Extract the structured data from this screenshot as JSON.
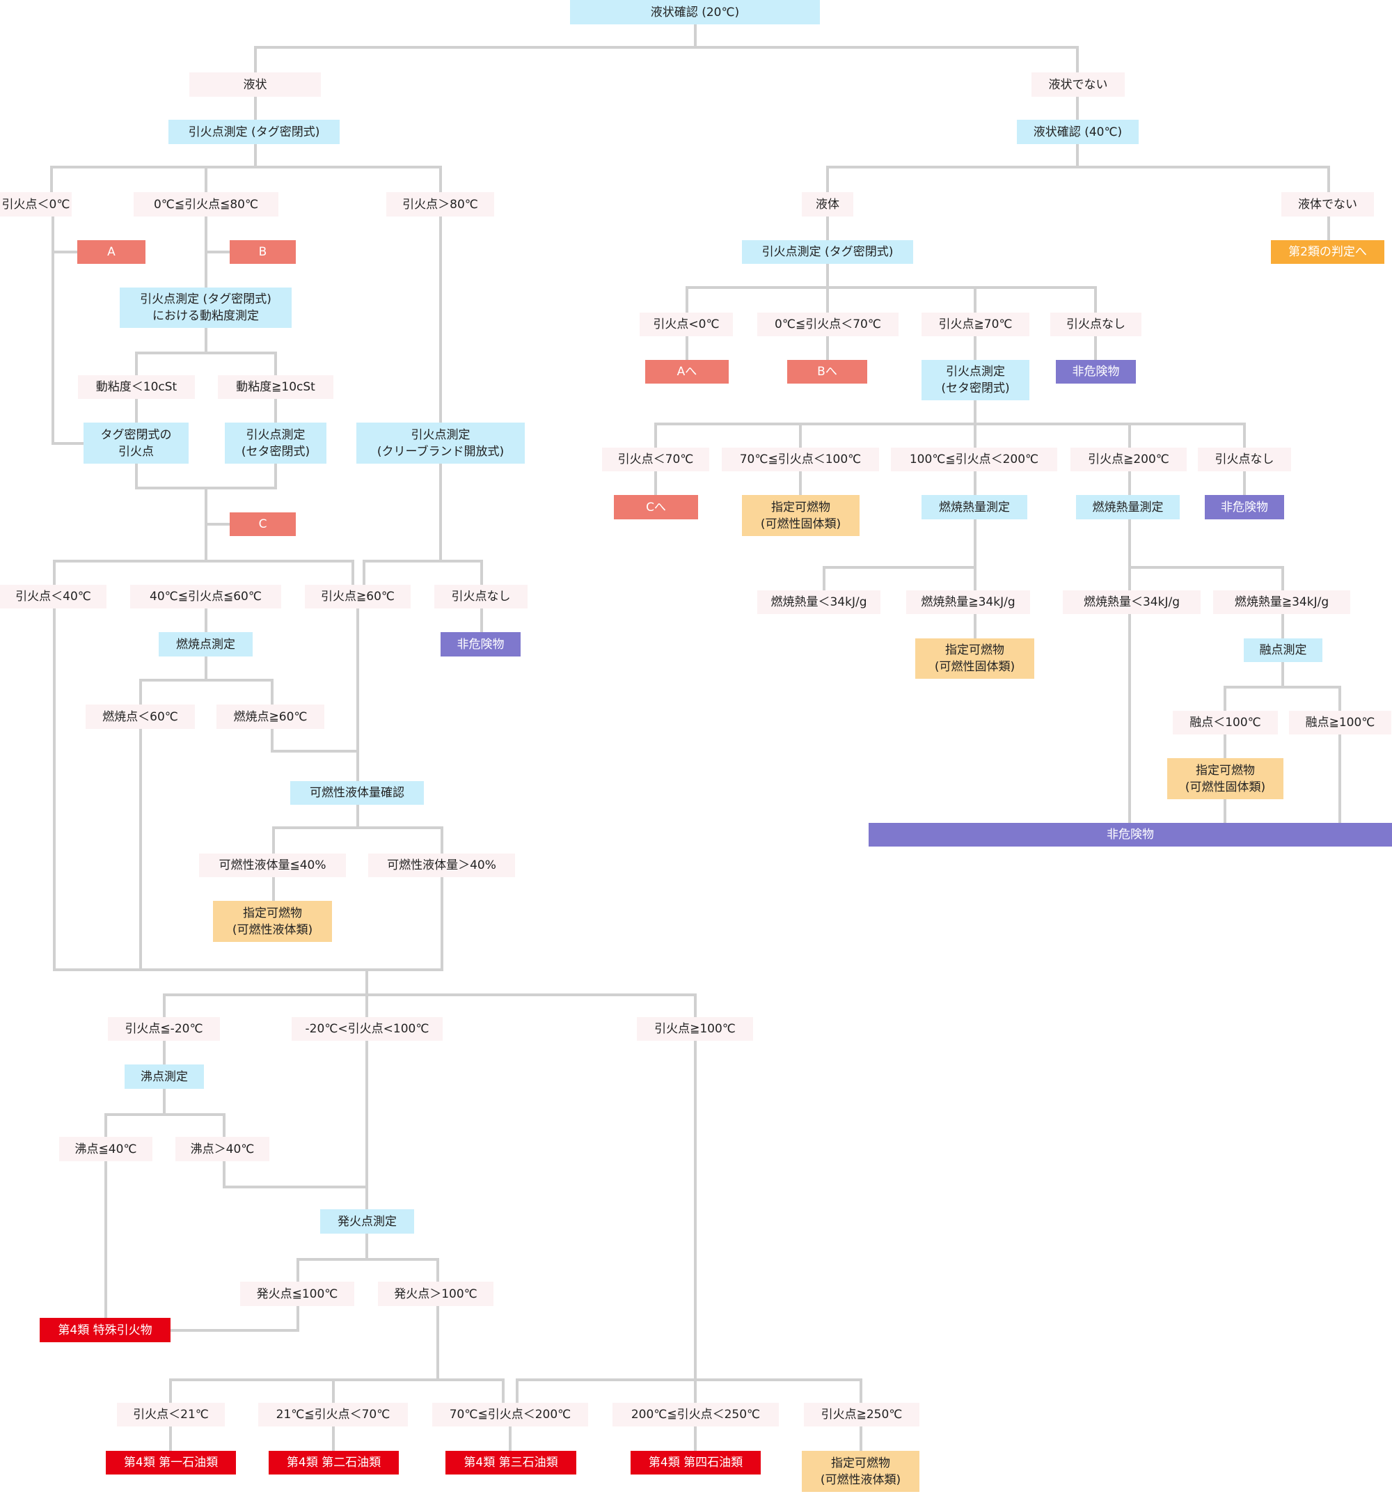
{
  "root": "液状確認 (20℃)",
  "liquid": {
    "label": "液状",
    "measure": "引火点測定 (タグ密閉式)",
    "fp_lt0": "引火点＜0℃",
    "fp_0_80": "0℃≦引火点≦80℃",
    "fp_gt80": "引火点＞80℃",
    "A": "A",
    "B": "B",
    "C": "C",
    "viscosity_measure": "引火点測定 (タグ密閉式)\nにおける動粘度測定",
    "visc_lt10": "動粘度＜10cSt",
    "visc_ge10": "動粘度≧10cSt",
    "tag_fp": "タグ密閉式の\n引火点",
    "seta_measure": "引火点測定\n(セタ密閉式)",
    "cleveland_measure": "引火点測定\n(クリーブランド開放式)",
    "fp_lt40": "引火点＜40℃",
    "fp_40_60": "40℃≦引火点≦60℃",
    "fp_ge60": "引火点≧60℃",
    "fp_none": "引火点なし",
    "non_hazard": "非危険物",
    "firepoint_measure": "燃焼点測定",
    "firepoint_lt60": "燃焼点＜60℃",
    "firepoint_ge60": "燃焼点≧60℃",
    "combustible_check": "可燃性液体量確認",
    "comb_le40": "可燃性液体量≦40%",
    "comb_gt40": "可燃性液体量＞40%",
    "designated_liquid": "指定可燃物\n(可燃性液体類)",
    "fp_le_m20": "引火点≦-20℃",
    "fp_m20_100": "-20℃<引火点<100℃",
    "fp_ge100": "引火点≧100℃",
    "bp_measure": "沸点測定",
    "bp_le40": "沸点≦40℃",
    "bp_gt40": "沸点＞40℃",
    "ignition_measure": "発火点測定",
    "ign_le100": "発火点≦100℃",
    "ign_gt100": "発火点＞100℃",
    "special": "第4類 特殊引火物",
    "fp_lt21": "引火点＜21℃",
    "fp_21_70": "21℃≦引火点＜70℃",
    "fp_70_200": "70℃≦引火点＜200℃",
    "fp_200_250": "200℃≦引火点＜250℃",
    "fp_ge250": "引火点≧250℃",
    "petro1": "第4類 第一石油類",
    "petro2": "第4類 第二石油類",
    "petro3": "第4類 第三石油類",
    "petro4": "第4類 第四石油類",
    "designated_liquid2": "指定可燃物\n(可燃性液体類)"
  },
  "not_liquid": {
    "label": "液状でない",
    "check40": "液状確認 (40℃)",
    "liquid40": "液体",
    "not_liquid40": "液体でない",
    "class2": "第2類の判定へ",
    "measure": "引火点測定 (タグ密閉式)",
    "fp_lt0": "引火点<0℃",
    "fp_0_70": "0℃≦引火点＜70℃",
    "fp_ge70": "引火点≧70℃",
    "fp_none": "引火点なし",
    "to_A": "Aへ",
    "to_B": "Bへ",
    "seta_measure": "引火点測定\n(セタ密閉式)",
    "non_hazard": "非危険物",
    "fp_lt70": "引火点＜70℃",
    "fp_70_100": "70℃≦引火点＜100℃",
    "fp_100_200": "100℃≦引火点＜200℃",
    "fp_ge200": "引火点≧200℃",
    "fp_none2": "引火点なし",
    "to_C": "Cへ",
    "designated_solid": "指定可燃物\n(可燃性固体類)",
    "heat_measure": "燃焼熱量測定",
    "heat_measure2": "燃焼熱量測定",
    "non_hazard2": "非危険物",
    "heat_lt34_a": "燃焼熱量＜34kJ/g",
    "heat_ge34_a": "燃焼熱量≧34kJ/g",
    "heat_lt34_b": "燃焼熱量＜34kJ/g",
    "heat_ge34_b": "燃焼熱量≧34kJ/g",
    "designated_solid2": "指定可燃物\n(可燃性固体類)",
    "mp_measure": "融点測定",
    "mp_lt100": "融点＜100℃",
    "mp_ge100": "融点≧100℃",
    "designated_solid3": "指定可燃物\n(可燃性固体類)",
    "non_hazard_bar": "非危険物"
  },
  "colors": {
    "condition": "#fcf2f3",
    "measurement": "#c9eefb",
    "ref_abc": "#ee7b6f",
    "non_hazard": "#7f78cd",
    "designated": "#fbd698",
    "class2": "#f9ab36",
    "class4": "#e60012",
    "connector": "#d0d0d0"
  }
}
